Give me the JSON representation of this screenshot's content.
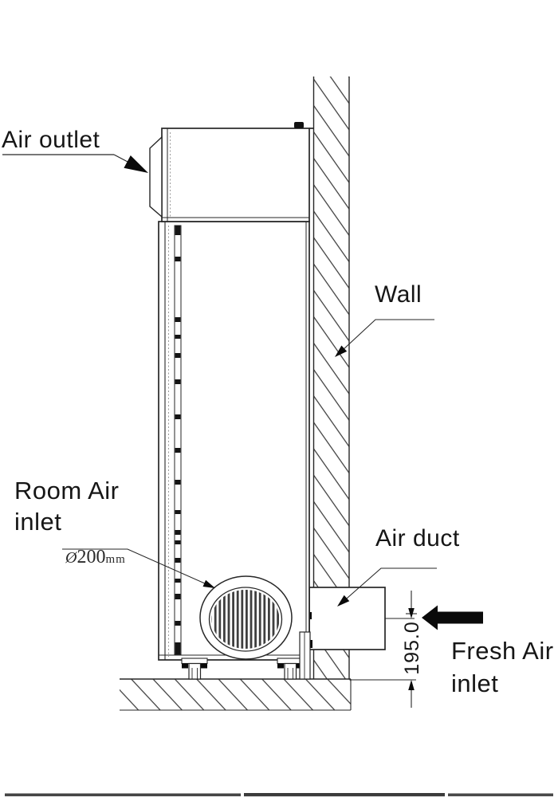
{
  "figure": {
    "description": "Side view installation drawing of a floor-standing air conditioning unit against a wall with fresh air duct",
    "background": "#ffffff"
  },
  "colors": {
    "line": "#262626",
    "text": "#161616",
    "arrow_fill": "#0a0a0a",
    "hatch_line": "#3c3c3c",
    "grille_line": "#3f3f3f"
  },
  "callouts": {
    "air_outlet": {
      "label": "Air outlet"
    },
    "wall": {
      "label": "Wall"
    },
    "room_air_inlet": {
      "line1": "Room Air",
      "line2": "inlet"
    },
    "air_duct": {
      "label": "Air duct"
    },
    "fresh_air_inlet": {
      "line1": "Fresh Air",
      "line2": "inlet"
    },
    "inlet_diameter": {
      "symbol": "Ø",
      "value": "200",
      "unit": "mm"
    },
    "duct_height_dimension": {
      "value": "195.0"
    }
  }
}
